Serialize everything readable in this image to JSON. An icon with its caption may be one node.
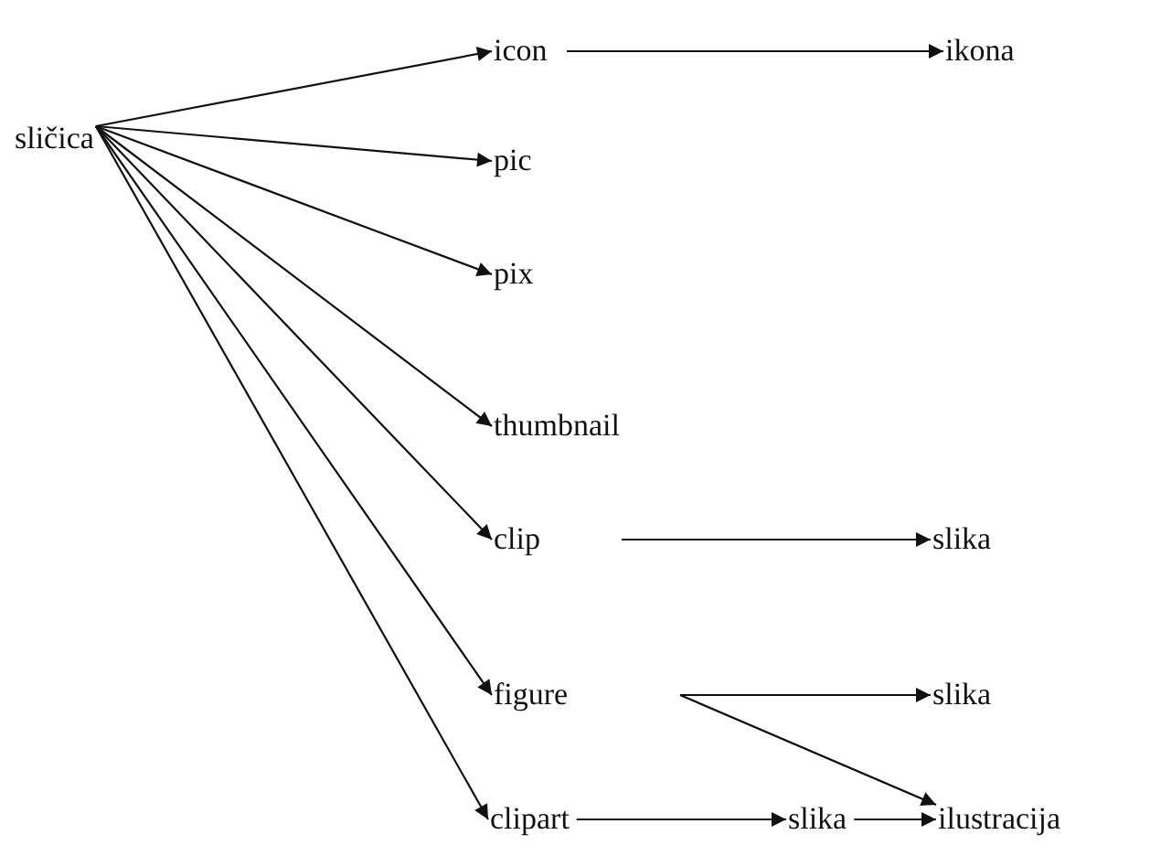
{
  "diagram": {
    "nodes": [
      {
        "text": [
          "sličica"
        ]
      },
      {
        "text": [
          "icon"
        ]
      },
      {
        "text": [
          "ikona"
        ]
      },
      {
        "text": [
          "pic"
        ]
      },
      {
        "text": [
          "pix"
        ]
      },
      {
        "text": [
          "thumbnail"
        ]
      },
      {
        "text": [
          "clip"
        ]
      },
      {
        "text": [
          "slika"
        ]
      },
      {
        "text": [
          "figure"
        ]
      },
      {
        "text": [
          "slika"
        ]
      },
      {
        "text": [
          "clipart"
        ]
      },
      {
        "text": [
          "slika"
        ]
      },
      {
        "text": [
          "ilustracija"
        ]
      }
    ],
    "edges": [
      {
        "from": 0,
        "to": 1,
        "arrow": "to"
      },
      {
        "from": 0,
        "to": 3,
        "arrow": "to"
      },
      {
        "from": 0,
        "to": 4,
        "arrow": "to"
      },
      {
        "from": 0,
        "to": 5,
        "arrow": "to"
      },
      {
        "from": 0,
        "to": 6,
        "arrow": "to"
      },
      {
        "from": 0,
        "to": 8,
        "arrow": "to"
      },
      {
        "from": 0,
        "to": 10,
        "arrow": "to"
      },
      {
        "from": 1,
        "to": 2,
        "arrow": "to"
      },
      {
        "from": 6,
        "to": 7,
        "arrow": "to"
      },
      {
        "from": 8,
        "to": 9,
        "arrow": "to"
      },
      {
        "from": 8,
        "to": 12,
        "arrow": "to"
      },
      {
        "from": 10,
        "to": 11,
        "arrow": "to"
      },
      {
        "from": 11,
        "to": 12,
        "arrow": "to"
      }
    ]
  }
}
